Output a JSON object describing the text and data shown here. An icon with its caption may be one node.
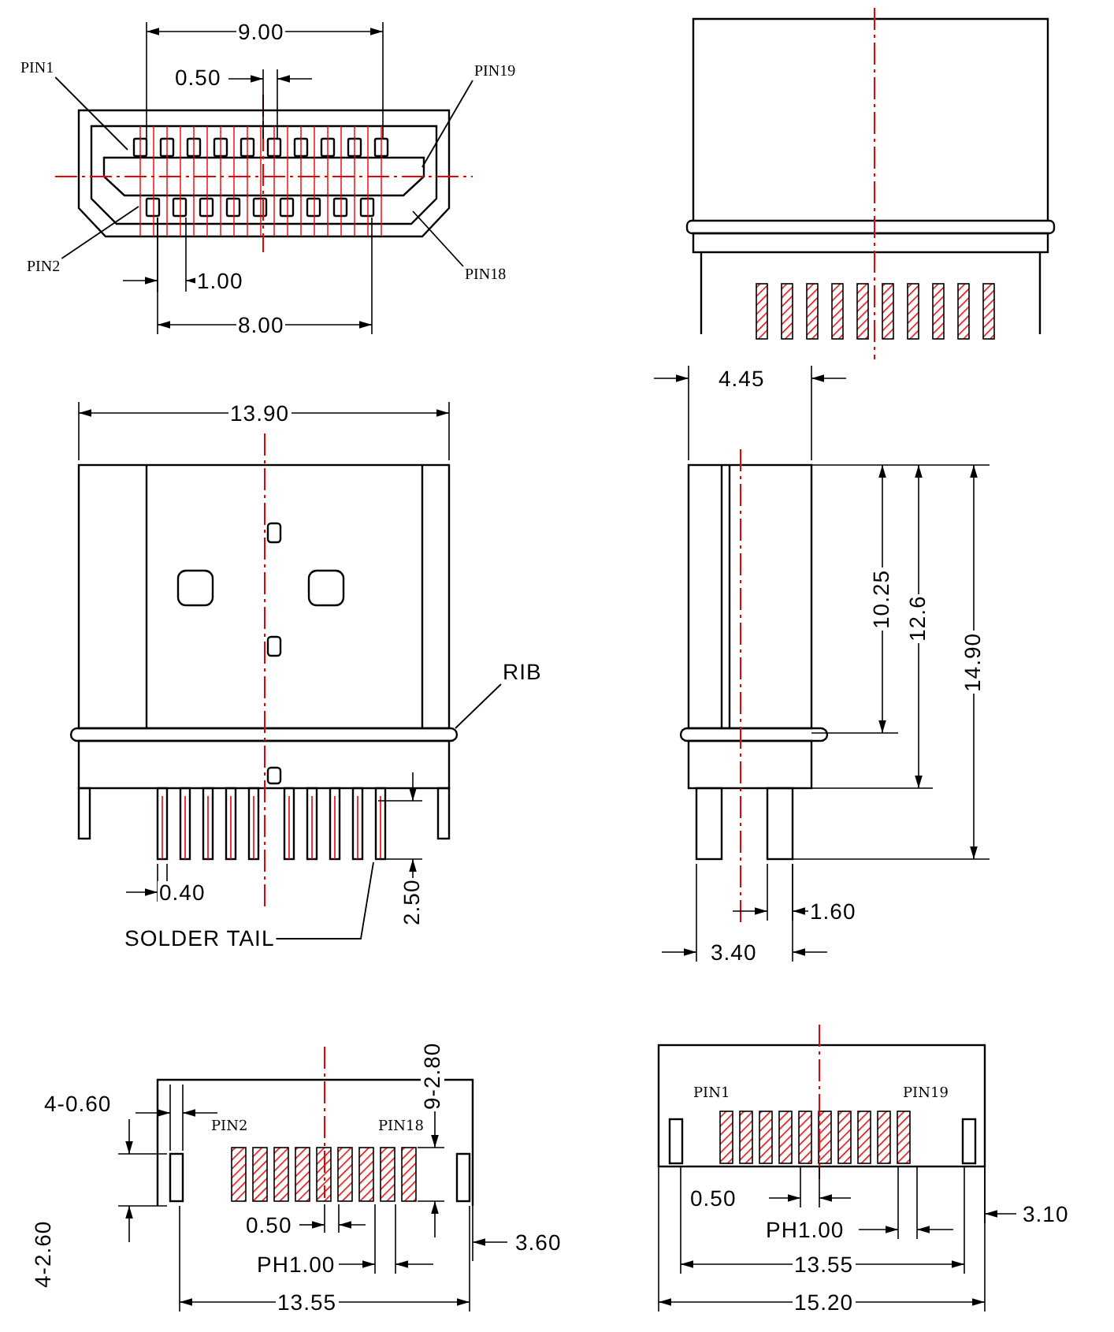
{
  "diagram": {
    "nodes": [
      {
        "text": [
          "PIN1"
        ]
      },
      {
        "text": [
          "PIN19"
        ]
      },
      {
        "text": [
          "PIN2"
        ]
      },
      {
        "text": [
          "PIN18"
        ]
      },
      {
        "text": [
          "RIB"
        ]
      },
      {
        "text": [
          "SOLDER TAIL"
        ]
      }
    ],
    "edges": [
      {
        "from": 0,
        "to": null,
        "arrow": "none"
      },
      {
        "from": 1,
        "to": null,
        "arrow": "none"
      },
      {
        "from": 2,
        "to": null,
        "arrow": "none"
      },
      {
        "from": 3,
        "to": null,
        "arrow": "none"
      },
      {
        "from": 4,
        "to": null,
        "arrow": "none"
      },
      {
        "from": 5,
        "to": null,
        "arrow": "none"
      }
    ],
    "labels": [
      "9.00",
      "0.50",
      "1.00",
      "8.00",
      "13.90",
      "4.45",
      "10.25",
      "12.6",
      "14.90",
      "0.40",
      "2.50",
      "1.60",
      "3.40",
      "9-2.80",
      "4-0.60",
      "PIN2",
      "PIN18",
      "PIN1",
      "PIN19",
      "0.50",
      "0.50",
      "3.10",
      "PH1.00",
      "PH1.00",
      "3.60",
      "4-2.60",
      "13.55",
      "13.55",
      "15.20"
    ]
  }
}
